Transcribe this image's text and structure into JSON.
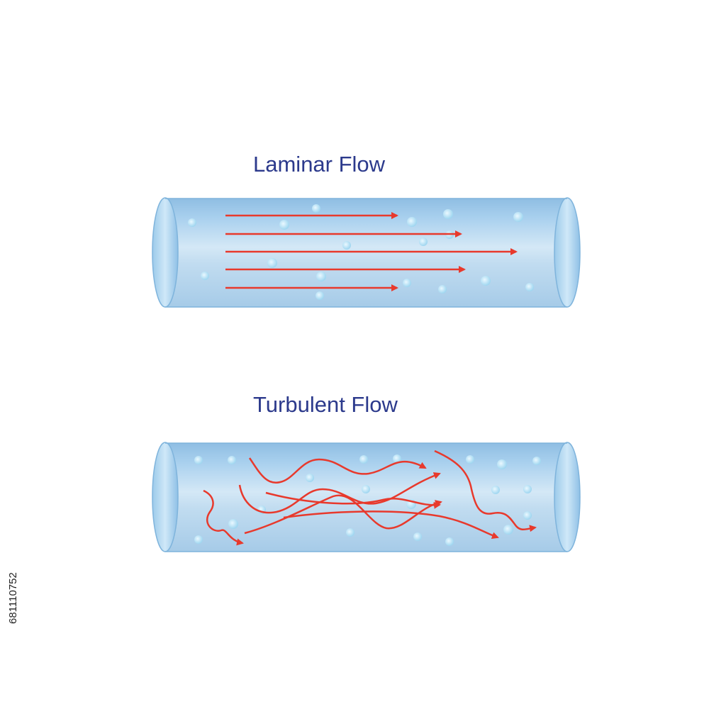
{
  "titles": {
    "laminar": "Laminar Flow",
    "turbulent": "Turbulent Flow"
  },
  "stock_id": "681110752",
  "colors": {
    "title": "#2c3a8c",
    "arrow": "#e8392c",
    "pipe_light": "#cfe3f2",
    "pipe_mid": "#9fc8e6",
    "pipe_dark": "#7fb4dc",
    "bubble": "#b8e2f5"
  }
}
